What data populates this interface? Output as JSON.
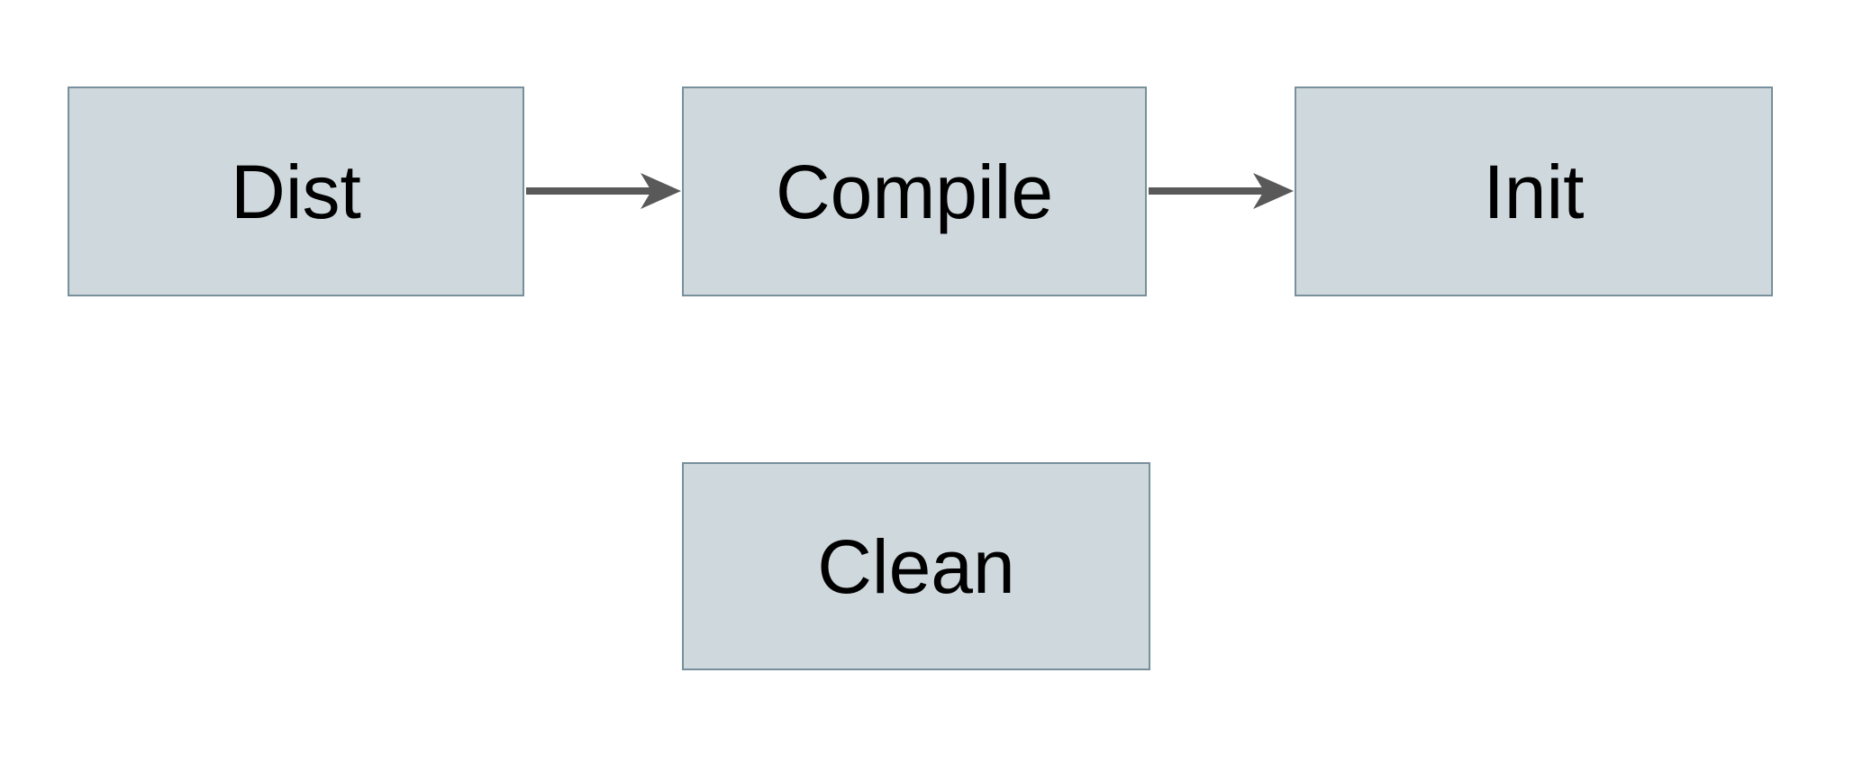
{
  "diagram": {
    "title": "build-steps-flowchart",
    "colors": {
      "background": "#ffffff",
      "node_fill": "#cfd8dc",
      "node_border": "#78909c",
      "arrow_color": "#595959",
      "text_color": "#000000"
    },
    "nodes": [
      {
        "id": "dist",
        "label": "Dist"
      },
      {
        "id": "compile",
        "label": "Compile"
      },
      {
        "id": "init",
        "label": "Init"
      },
      {
        "id": "clean",
        "label": "Clean"
      }
    ],
    "edges": [
      {
        "from": "Dist",
        "to": "Compile",
        "direction": "right"
      },
      {
        "from": "Compile",
        "to": "Init",
        "direction": "right"
      }
    ]
  }
}
